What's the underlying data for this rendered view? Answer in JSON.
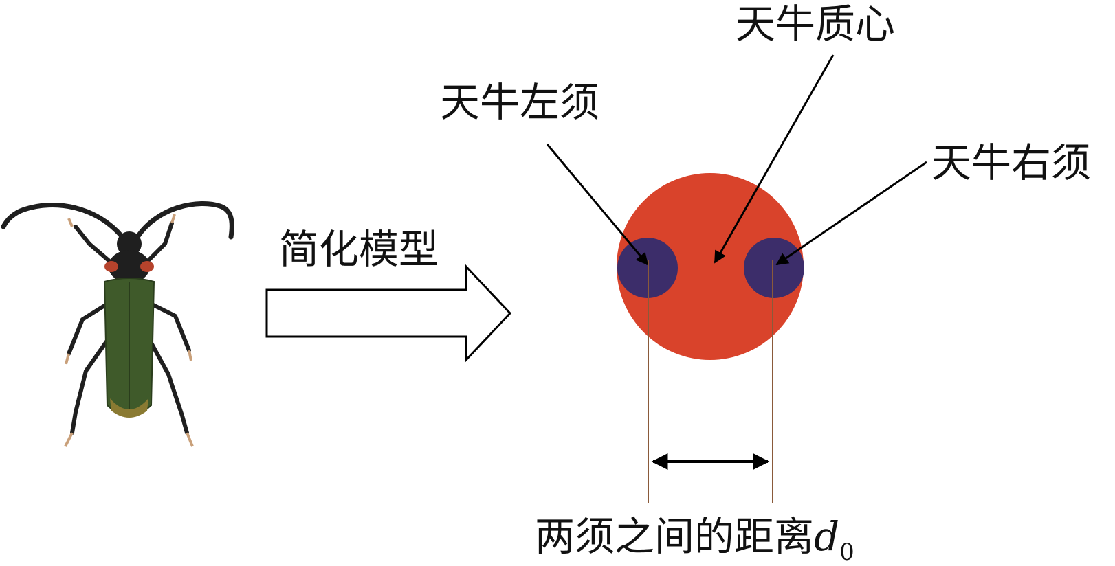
{
  "labels": {
    "center_of_mass": "天牛质心",
    "left_antenna": "天牛左须",
    "right_antenna": "天牛右须",
    "simplified_model": "简化模型",
    "distance_text": "两须之间的距离",
    "distance_symbol": "d",
    "distance_subscript": "0"
  },
  "colors": {
    "body_circle": "#d9432b",
    "antenna_dots": "#3c2d6a",
    "beetle_body": "#3f5a2a",
    "beetle_head": "#b5432c",
    "beetle_legs": "#1f1f1f",
    "pointer_lines": "#000000",
    "dimension_lines": "#8a5a3a"
  },
  "icons": {
    "beetle": "longhorn-beetle-illustration",
    "arrow": "hollow-right-arrow"
  }
}
